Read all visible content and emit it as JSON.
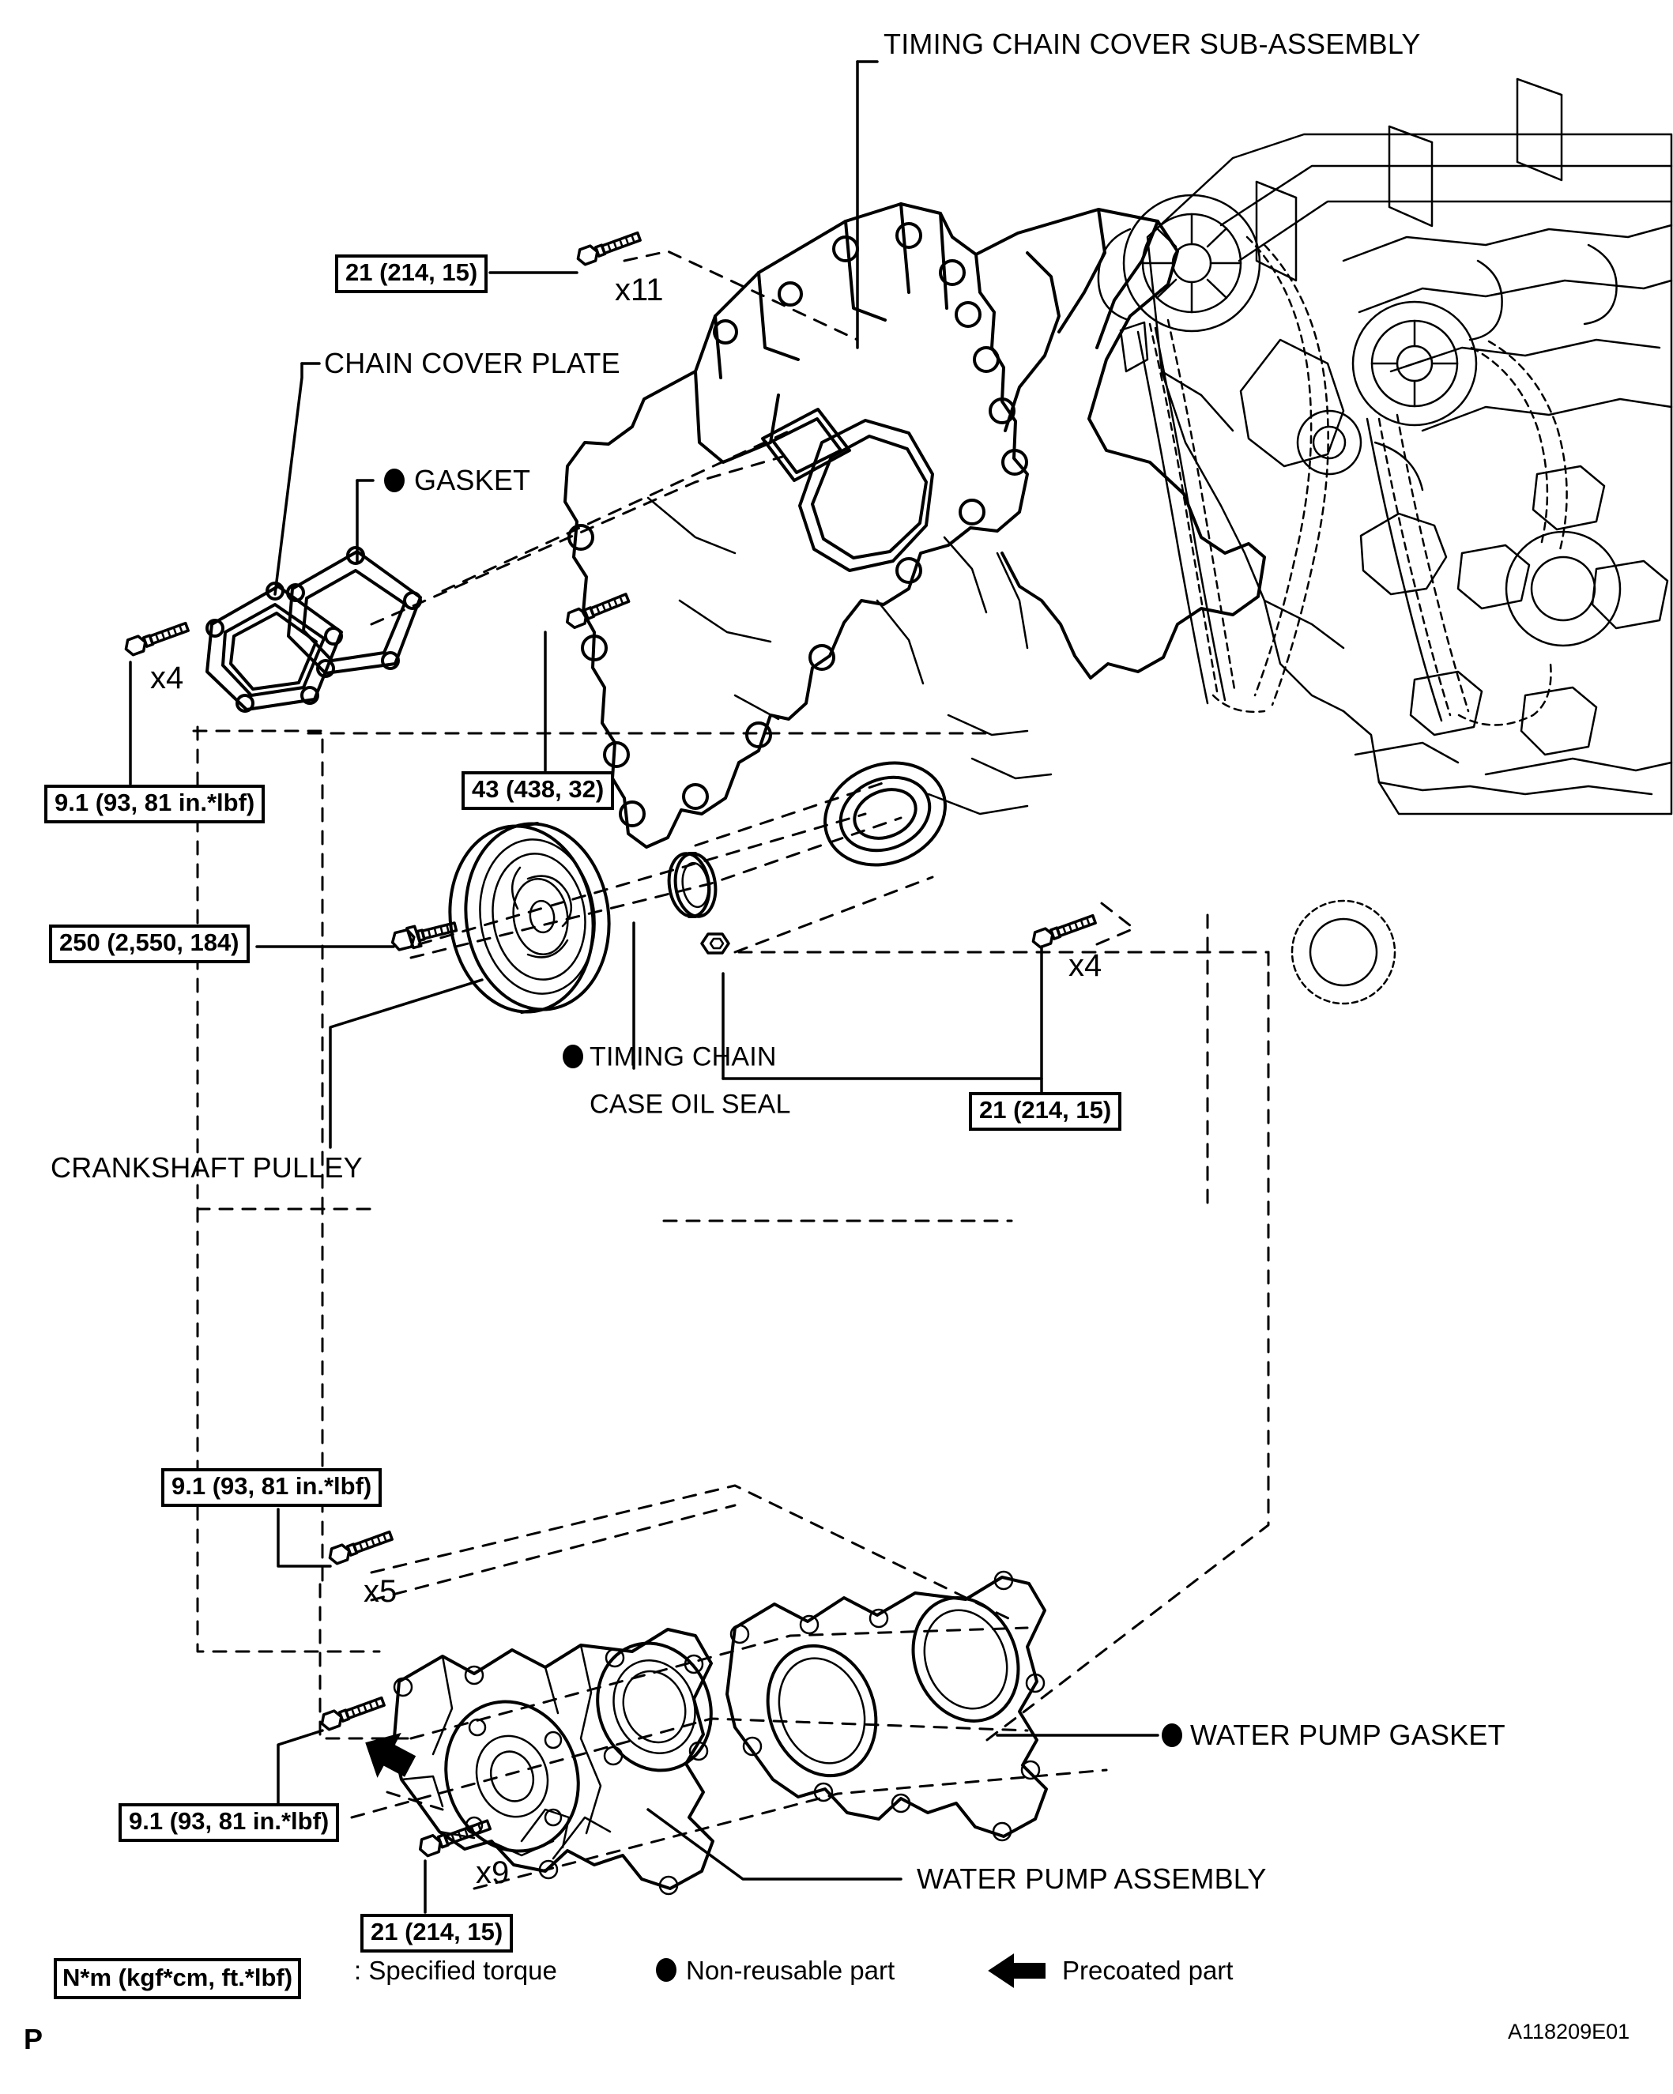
{
  "diagram": {
    "title": "Timing Chain Cover / Water Pump exploded view",
    "figure_code": "A118209E01",
    "page_mark": "P",
    "ink_color": "#000000",
    "background_color": "#ffffff"
  },
  "part_labels": {
    "timing_chain_cover_sub_assembly": "TIMING CHAIN COVER SUB-ASSEMBLY",
    "chain_cover_plate": "CHAIN COVER PLATE",
    "gasket": "GASKET",
    "timing_chain_case_oil_seal_line1": "TIMING CHAIN",
    "timing_chain_case_oil_seal_line2": "CASE OIL SEAL",
    "crankshaft_pulley": "CRANKSHAFT PULLEY",
    "water_pump_gasket": "WATER PUMP GASKET",
    "water_pump_assembly": "WATER PUMP ASSEMBLY"
  },
  "torque_specs": {
    "cover_bolts_top": "21 (214, 15)",
    "cover_plate_bolts": "9.1 (93, 81 in.*lbf)",
    "idler_bolt": "43 (438, 32)",
    "crankshaft_pulley_bolt": "250 (2,550, 184)",
    "cover_bolts_lower": "21 (214, 15)",
    "water_pump_bolts_upper": "9.1 (93, 81 in.*lbf)",
    "water_pump_bolts_lower": "9.1 (93, 81 in.*lbf)",
    "water_pump_bolts_long": "21 (214, 15)"
  },
  "quantities": {
    "cover_bolts_top": "x11",
    "cover_plate_bolts": "x4",
    "cover_bolts_lower": "x4",
    "water_pump_bolts_upper": "x5",
    "water_pump_bolts_long": "x9"
  },
  "legend": {
    "torque_box": "N*m (kgf*cm, ft.*lbf)",
    "torque_text": ": Specified torque",
    "non_reusable": "Non-reusable part",
    "precoated": "Precoated part"
  },
  "icons": {
    "non_reusable_marker": "filled-circle-icon",
    "precoated_marker": "left-arrow-icon",
    "bolt": "bolt-icon",
    "nut": "nut-icon"
  }
}
